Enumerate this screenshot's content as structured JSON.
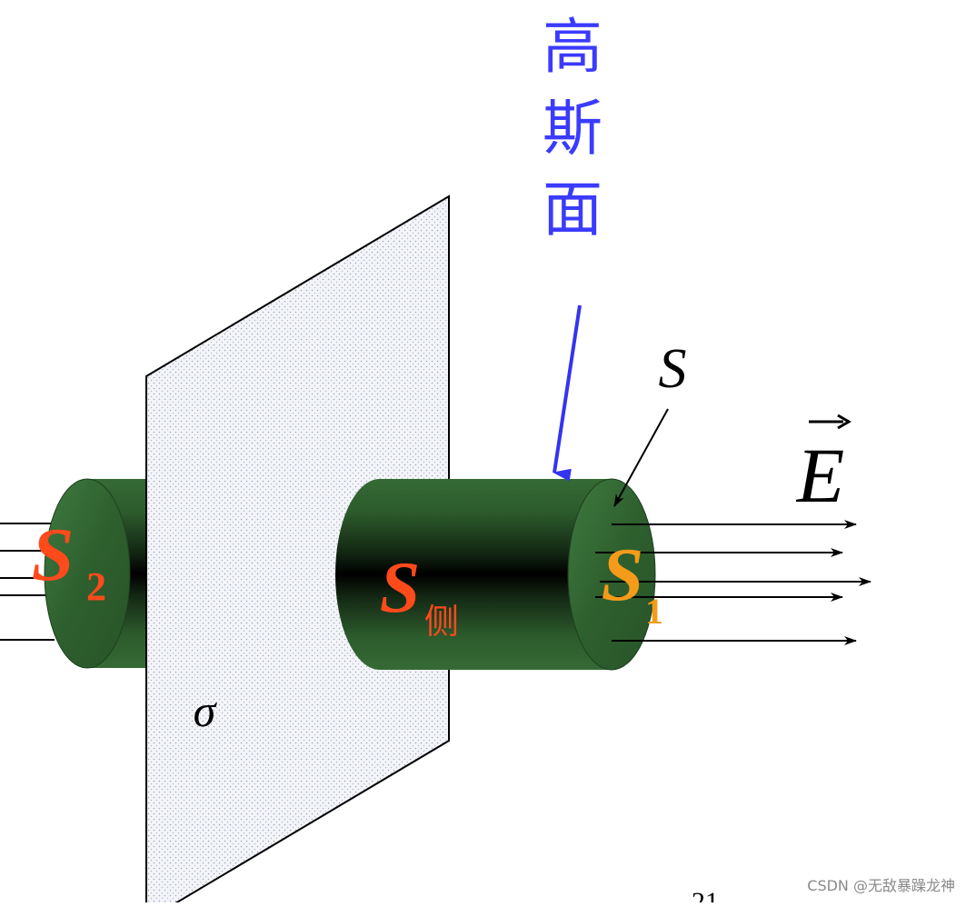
{
  "figure": {
    "gauss_surface_chars": [
      "高",
      "斯",
      "面"
    ],
    "label_s": "S",
    "label_e": "E",
    "label_sigma": "σ",
    "label_s2_main": "S",
    "label_s2_sub": "2",
    "label_side_main": "S",
    "label_side_sub": "侧",
    "label_s1_main": "S",
    "label_s1_sub": "1",
    "page_number_partial": "21"
  },
  "colors": {
    "gauss_label": "#3b3bff",
    "arrow_blue": "#3434f0",
    "cylinder_green": "#2e5a2e",
    "s_labels_red": "#ff4a1c",
    "s1_label_orange": "#f59b1a",
    "plane_fill": "#f4f5f9",
    "plane_dots": "#9aa3b8"
  },
  "watermark": "CSDN @无敌暴躁龙神"
}
